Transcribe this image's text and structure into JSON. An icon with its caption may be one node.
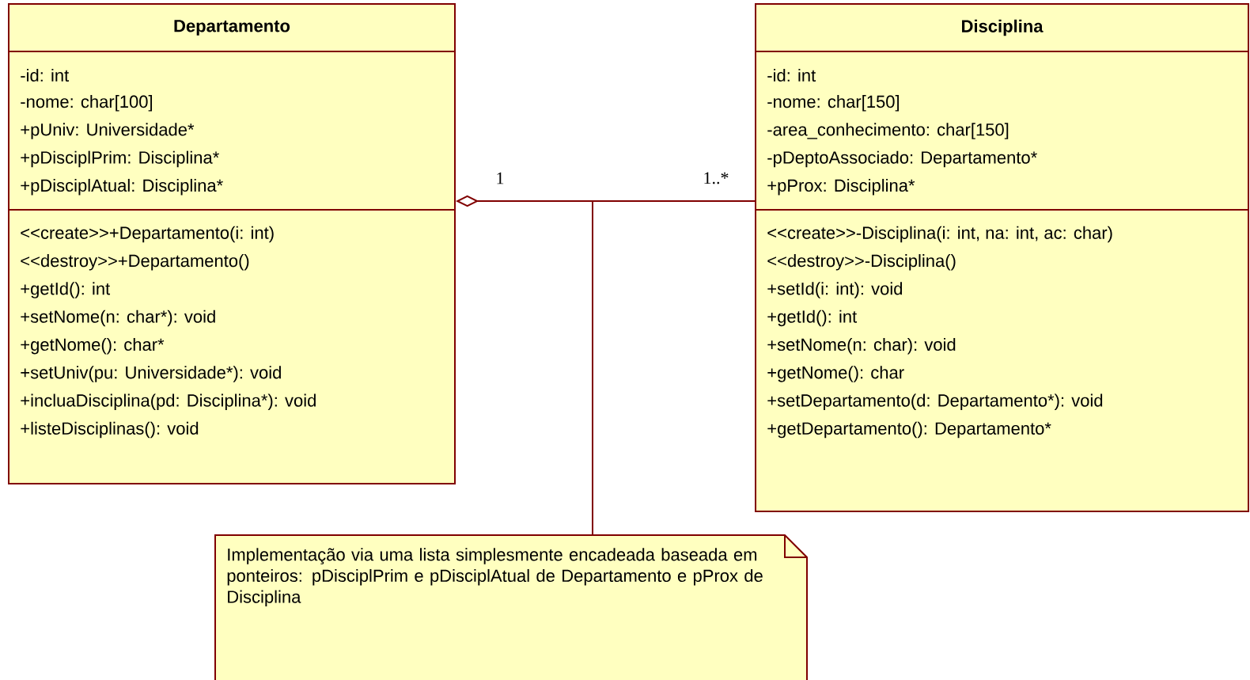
{
  "diagram": {
    "nodes": [
      {
        "text": [
          "Departamento",
          "-id: int",
          "-nome: char[100]",
          "+pUniv: Universidade*",
          "+pDisciplPrim: Disciplina*",
          "+pDisciplAtual: Disciplina*",
          "<<create>>+Departamento(i: int)",
          "<<destroy>>+Departamento()",
          "+getId(): int",
          "+setNome(n: char*): void",
          "+getNome(): char*",
          "+setUniv(pu: Universidade*): void",
          "+incluaDisciplina(pd: Disciplina*): void",
          "+listeDisciplinas(): void"
        ]
      },
      {
        "text": [
          "Disciplina",
          "-id: int",
          "-nome: char[150]",
          "-area_conhecimento: char[150]",
          "-pDeptoAssociado: Departamento*",
          "+pProx: Disciplina*",
          "<<create>>-Disciplina(i: int, na: int, ac: char)",
          "<<destroy>>-Disciplina()",
          "+setId(i: int): void",
          "+getId(): int",
          "+setNome(n: char): void",
          "+getNome(): char",
          "+setDepartamento(d: Departamento*): void",
          "+getDepartamento(): Departamento*"
        ]
      },
      {
        "text": [
          "Implementação via uma lista simplesmente encadeada baseada em ponteiros: pDisciplPrim e pDisciplAtual de Departamento e pProx de Disciplina"
        ]
      }
    ],
    "edges": [
      {
        "from": 0,
        "to": 1,
        "arrow": "other"
      },
      {
        "from": 2,
        "to": null,
        "arrow": "none"
      }
    ],
    "labels": [
      "1",
      "1..*"
    ]
  }
}
